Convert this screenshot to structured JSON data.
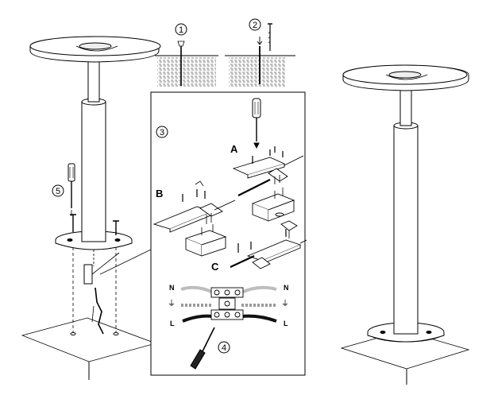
{
  "steps": {
    "s1": "1",
    "s2": "2",
    "s3": "3",
    "s4": "4",
    "s5": "5"
  },
  "callouts": {
    "a": "A",
    "b": "B",
    "c": "C"
  },
  "wires": {
    "neutral_left": "N",
    "neutral_right": "N",
    "ground_left": "⏚",
    "ground_right": "⏚",
    "live_left": "L",
    "live_right": "L"
  },
  "colors": {
    "line": "#000000",
    "fill": "#ffffff",
    "shade": "#d9d9d9",
    "live_wire": "#111111",
    "neutral_wire": "#bdbdbd"
  }
}
